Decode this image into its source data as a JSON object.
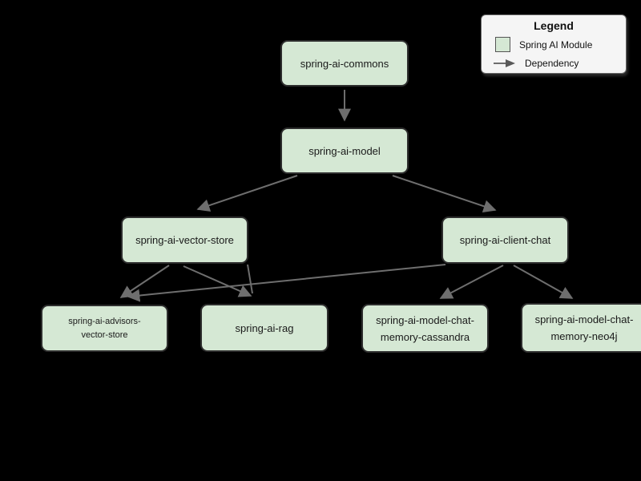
{
  "diagram": {
    "kind": "dependency-graph",
    "background": "#000000",
    "nodes": {
      "commons": {
        "id": "spring-ai-commons",
        "lines": [
          "spring-ai-commons"
        ]
      },
      "model": {
        "id": "spring-ai-model",
        "lines": [
          "spring-ai-model"
        ]
      },
      "vector_store": {
        "id": "spring-ai-vector-store",
        "lines": [
          "spring-ai-vector-store"
        ]
      },
      "client_chat": {
        "id": "spring-ai-client-chat",
        "lines": [
          "spring-ai-client-chat"
        ]
      },
      "advisors_vector_store": {
        "id": "spring-ai-advisors-vector-store",
        "lines": [
          "spring-ai-advisors-",
          "vector-store"
        ]
      },
      "rag": {
        "id": "spring-ai-rag",
        "lines": [
          "spring-ai-rag"
        ]
      },
      "chat_memory_cassandra": {
        "id": "spring-ai-model-chat-memory-cassandra",
        "lines": [
          "spring-ai-model-chat-",
          "memory-cassandra"
        ]
      },
      "chat_memory_neo4j": {
        "id": "spring-ai-model-chat-memory-neo4j",
        "lines": [
          "spring-ai-model-chat-",
          "memory-neo4j"
        ]
      }
    },
    "edges": [
      {
        "from": "spring-ai-commons",
        "to": "spring-ai-model"
      },
      {
        "from": "spring-ai-model",
        "to": "spring-ai-vector-store"
      },
      {
        "from": "spring-ai-model",
        "to": "spring-ai-client-chat"
      },
      {
        "from": "spring-ai-vector-store",
        "to": "spring-ai-advisors-vector-store"
      },
      {
        "from": "spring-ai-vector-store",
        "to": "spring-ai-rag"
      },
      {
        "from": "spring-ai-client-chat",
        "to": "spring-ai-advisors-vector-store"
      },
      {
        "from": "spring-ai-client-chat",
        "to": "spring-ai-model-chat-memory-cassandra"
      },
      {
        "from": "spring-ai-client-chat",
        "to": "spring-ai-model-chat-memory-neo4j"
      }
    ],
    "colors": {
      "module_fill": "#d5e8d4",
      "module_border": "#2d2d2d",
      "edge": "#6e6e6e",
      "node_text": "#1a1a1a",
      "legend_background": "#f5f5f5",
      "background": "#000000"
    }
  },
  "legend": {
    "title": "Legend",
    "module_label": "Spring AI Module",
    "dependency_label": "Dependency"
  }
}
